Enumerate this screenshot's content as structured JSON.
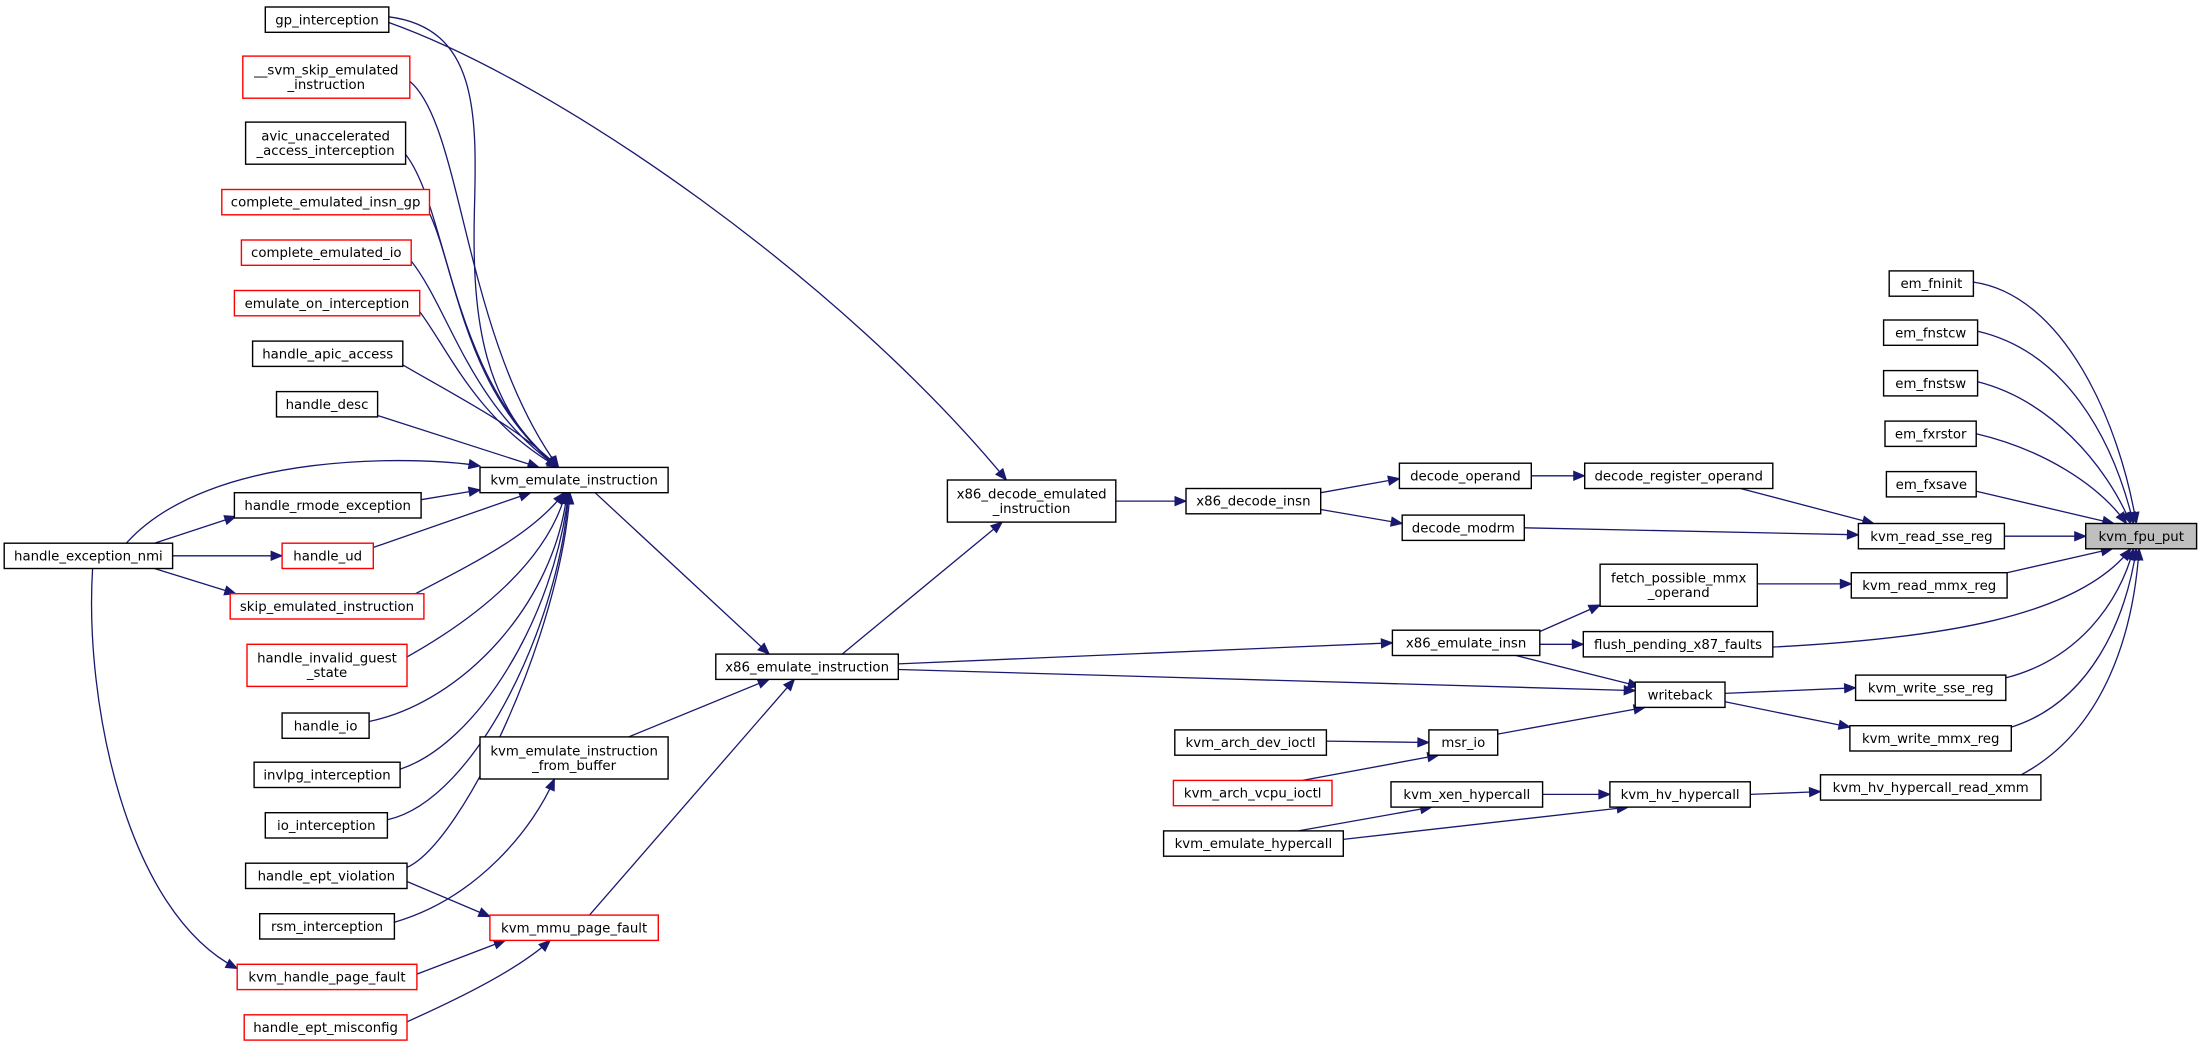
{
  "graph": {
    "root": "kvm_fpu_put",
    "colors": {
      "edge": "#191970",
      "normal_border": "#000000",
      "red_border": "#ff0000",
      "root_fill": "#bfbfbf"
    },
    "nodes": [
      {
        "id": "kvm_fpu_put",
        "lines": [
          "kvm_fpu_put"
        ],
        "style": "root"
      },
      {
        "id": "em_fninit",
        "lines": [
          "em_fninit"
        ],
        "style": "normal"
      },
      {
        "id": "em_fnstcw",
        "lines": [
          "em_fnstcw"
        ],
        "style": "normal"
      },
      {
        "id": "em_fnstsw",
        "lines": [
          "em_fnstsw"
        ],
        "style": "normal"
      },
      {
        "id": "em_fxrstor",
        "lines": [
          "em_fxrstor"
        ],
        "style": "normal"
      },
      {
        "id": "em_fxsave",
        "lines": [
          "em_fxsave"
        ],
        "style": "normal"
      },
      {
        "id": "kvm_read_sse_reg",
        "lines": [
          "kvm_read_sse_reg"
        ],
        "style": "normal"
      },
      {
        "id": "kvm_read_mmx_reg",
        "lines": [
          "kvm_read_mmx_reg"
        ],
        "style": "normal"
      },
      {
        "id": "kvm_write_sse_reg",
        "lines": [
          "kvm_write_sse_reg"
        ],
        "style": "normal"
      },
      {
        "id": "kvm_write_mmx_reg",
        "lines": [
          "kvm_write_mmx_reg"
        ],
        "style": "normal"
      },
      {
        "id": "kvm_hv_hypercall_read_xmm",
        "lines": [
          "kvm_hv_hypercall_read_xmm"
        ],
        "style": "normal"
      },
      {
        "id": "decode_register_operand",
        "lines": [
          "decode_register_operand"
        ],
        "style": "normal"
      },
      {
        "id": "fetch_possible_mmx_operand",
        "lines": [
          "fetch_possible_mmx",
          "_operand"
        ],
        "style": "normal"
      },
      {
        "id": "flush_pending_x87_faults",
        "lines": [
          "flush_pending_x87_faults"
        ],
        "style": "normal"
      },
      {
        "id": "writeback",
        "lines": [
          "writeback"
        ],
        "style": "normal"
      },
      {
        "id": "kvm_hv_hypercall",
        "lines": [
          "kvm_hv_hypercall"
        ],
        "style": "normal"
      },
      {
        "id": "decode_operand",
        "lines": [
          "decode_operand"
        ],
        "style": "normal"
      },
      {
        "id": "decode_modrm",
        "lines": [
          "decode_modrm"
        ],
        "style": "normal"
      },
      {
        "id": "x86_emulate_insn",
        "lines": [
          "x86_emulate_insn"
        ],
        "style": "normal"
      },
      {
        "id": "msr_io",
        "lines": [
          "msr_io"
        ],
        "style": "normal"
      },
      {
        "id": "kvm_xen_hypercall",
        "lines": [
          "kvm_xen_hypercall"
        ],
        "style": "normal"
      },
      {
        "id": "kvm_emulate_hypercall",
        "lines": [
          "kvm_emulate_hypercall"
        ],
        "style": "normal"
      },
      {
        "id": "kvm_arch_dev_ioctl",
        "lines": [
          "kvm_arch_dev_ioctl"
        ],
        "style": "normal"
      },
      {
        "id": "kvm_arch_vcpu_ioctl",
        "lines": [
          "kvm_arch_vcpu_ioctl"
        ],
        "style": "red"
      },
      {
        "id": "x86_decode_insn",
        "lines": [
          "x86_decode_insn"
        ],
        "style": "normal"
      },
      {
        "id": "x86_decode_emulated_instruction",
        "lines": [
          "x86_decode_emulated",
          "_instruction"
        ],
        "style": "normal"
      },
      {
        "id": "x86_emulate_instruction",
        "lines": [
          "x86_emulate_instruction"
        ],
        "style": "normal"
      },
      {
        "id": "kvm_emulate_instruction",
        "lines": [
          "kvm_emulate_instruction"
        ],
        "style": "normal"
      },
      {
        "id": "kvm_emulate_instruction_from_buffer",
        "lines": [
          "kvm_emulate_instruction",
          "_from_buffer"
        ],
        "style": "normal"
      },
      {
        "id": "kvm_mmu_page_fault",
        "lines": [
          "kvm_mmu_page_fault"
        ],
        "style": "red"
      },
      {
        "id": "gp_interception",
        "lines": [
          "gp_interception"
        ],
        "style": "normal"
      },
      {
        "id": "svm_skip_emulated_instruction",
        "lines": [
          "__svm_skip_emulated",
          "_instruction"
        ],
        "style": "red"
      },
      {
        "id": "avic_unaccelerated_access_interception",
        "lines": [
          "avic_unaccelerated",
          "_access_interception"
        ],
        "style": "normal"
      },
      {
        "id": "complete_emulated_insn_gp",
        "lines": [
          "complete_emulated_insn_gp"
        ],
        "style": "red"
      },
      {
        "id": "complete_emulated_io",
        "lines": [
          "complete_emulated_io"
        ],
        "style": "red"
      },
      {
        "id": "emulate_on_interception",
        "lines": [
          "emulate_on_interception"
        ],
        "style": "red"
      },
      {
        "id": "handle_apic_access",
        "lines": [
          "handle_apic_access"
        ],
        "style": "normal"
      },
      {
        "id": "handle_desc",
        "lines": [
          "handle_desc"
        ],
        "style": "normal"
      },
      {
        "id": "handle_rmode_exception",
        "lines": [
          "handle_rmode_exception"
        ],
        "style": "normal"
      },
      {
        "id": "handle_ud",
        "lines": [
          "handle_ud"
        ],
        "style": "red"
      },
      {
        "id": "skip_emulated_instruction",
        "lines": [
          "skip_emulated_instruction"
        ],
        "style": "red"
      },
      {
        "id": "handle_invalid_guest_state",
        "lines": [
          "handle_invalid_guest",
          "_state"
        ],
        "style": "red"
      },
      {
        "id": "handle_io",
        "lines": [
          "handle_io"
        ],
        "style": "normal"
      },
      {
        "id": "invlpg_interception",
        "lines": [
          "invlpg_interception"
        ],
        "style": "normal"
      },
      {
        "id": "io_interception",
        "lines": [
          "io_interception"
        ],
        "style": "normal"
      },
      {
        "id": "handle_ept_violation",
        "lines": [
          "handle_ept_violation"
        ],
        "style": "normal"
      },
      {
        "id": "rsm_interception",
        "lines": [
          "rsm_interception"
        ],
        "style": "normal"
      },
      {
        "id": "kvm_handle_page_fault",
        "lines": [
          "kvm_handle_page_fault"
        ],
        "style": "red"
      },
      {
        "id": "handle_ept_misconfig",
        "lines": [
          "handle_ept_misconfig"
        ],
        "style": "red"
      },
      {
        "id": "handle_exception_nmi",
        "lines": [
          "handle_exception_nmi"
        ],
        "style": "normal"
      }
    ],
    "edges": [
      {
        "from": "em_fninit",
        "to": "kvm_fpu_put"
      },
      {
        "from": "em_fnstcw",
        "to": "kvm_fpu_put"
      },
      {
        "from": "em_fnstsw",
        "to": "kvm_fpu_put"
      },
      {
        "from": "em_fxrstor",
        "to": "kvm_fpu_put"
      },
      {
        "from": "em_fxsave",
        "to": "kvm_fpu_put"
      },
      {
        "from": "kvm_read_sse_reg",
        "to": "kvm_fpu_put"
      },
      {
        "from": "kvm_read_mmx_reg",
        "to": "kvm_fpu_put"
      },
      {
        "from": "flush_pending_x87_faults",
        "to": "kvm_fpu_put"
      },
      {
        "from": "kvm_write_sse_reg",
        "to": "kvm_fpu_put"
      },
      {
        "from": "kvm_write_mmx_reg",
        "to": "kvm_fpu_put"
      },
      {
        "from": "kvm_hv_hypercall_read_xmm",
        "to": "kvm_fpu_put"
      },
      {
        "from": "decode_register_operand",
        "to": "kvm_read_sse_reg"
      },
      {
        "from": "decode_modrm",
        "to": "kvm_read_sse_reg"
      },
      {
        "from": "fetch_possible_mmx_operand",
        "to": "kvm_read_mmx_reg"
      },
      {
        "from": "writeback",
        "to": "kvm_write_sse_reg"
      },
      {
        "from": "writeback",
        "to": "kvm_write_mmx_reg"
      },
      {
        "from": "kvm_hv_hypercall",
        "to": "kvm_hv_hypercall_read_xmm"
      },
      {
        "from": "decode_operand",
        "to": "decode_register_operand"
      },
      {
        "from": "x86_decode_insn",
        "to": "decode_operand"
      },
      {
        "from": "x86_decode_insn",
        "to": "decode_modrm"
      },
      {
        "from": "x86_emulate_insn",
        "to": "fetch_possible_mmx_operand"
      },
      {
        "from": "x86_emulate_insn",
        "to": "flush_pending_x87_faults"
      },
      {
        "from": "x86_emulate_insn",
        "to": "writeback"
      },
      {
        "from": "x86_emulate_instruction",
        "to": "writeback"
      },
      {
        "from": "msr_io",
        "to": "writeback"
      },
      {
        "from": "kvm_arch_dev_ioctl",
        "to": "msr_io"
      },
      {
        "from": "kvm_arch_vcpu_ioctl",
        "to": "msr_io"
      },
      {
        "from": "kvm_xen_hypercall",
        "to": "kvm_hv_hypercall"
      },
      {
        "from": "kvm_emulate_hypercall",
        "to": "kvm_hv_hypercall"
      },
      {
        "from": "kvm_emulate_hypercall",
        "to": "kvm_xen_hypercall"
      },
      {
        "from": "x86_decode_emulated_instruction",
        "to": "x86_decode_insn"
      },
      {
        "from": "x86_emulate_instruction",
        "to": "x86_emulate_insn"
      },
      {
        "from": "x86_emulate_instruction",
        "to": "x86_decode_emulated_instruction"
      },
      {
        "from": "gp_interception",
        "to": "x86_decode_emulated_instruction"
      },
      {
        "from": "kvm_emulate_instruction",
        "to": "x86_emulate_instruction"
      },
      {
        "from": "kvm_emulate_instruction_from_buffer",
        "to": "x86_emulate_instruction"
      },
      {
        "from": "kvm_mmu_page_fault",
        "to": "x86_emulate_instruction"
      },
      {
        "from": "gp_interception",
        "to": "kvm_emulate_instruction"
      },
      {
        "from": "svm_skip_emulated_instruction",
        "to": "kvm_emulate_instruction"
      },
      {
        "from": "avic_unaccelerated_access_interception",
        "to": "kvm_emulate_instruction"
      },
      {
        "from": "complete_emulated_insn_gp",
        "to": "kvm_emulate_instruction"
      },
      {
        "from": "complete_emulated_io",
        "to": "kvm_emulate_instruction"
      },
      {
        "from": "emulate_on_interception",
        "to": "kvm_emulate_instruction"
      },
      {
        "from": "handle_apic_access",
        "to": "kvm_emulate_instruction"
      },
      {
        "from": "handle_desc",
        "to": "kvm_emulate_instruction"
      },
      {
        "from": "handle_exception_nmi",
        "to": "kvm_emulate_instruction"
      },
      {
        "from": "handle_rmode_exception",
        "to": "kvm_emulate_instruction"
      },
      {
        "from": "handle_ud",
        "to": "kvm_emulate_instruction"
      },
      {
        "from": "skip_emulated_instruction",
        "to": "kvm_emulate_instruction"
      },
      {
        "from": "handle_invalid_guest_state",
        "to": "kvm_emulate_instruction"
      },
      {
        "from": "handle_io",
        "to": "kvm_emulate_instruction"
      },
      {
        "from": "invlpg_interception",
        "to": "kvm_emulate_instruction"
      },
      {
        "from": "io_interception",
        "to": "kvm_emulate_instruction"
      },
      {
        "from": "handle_ept_violation",
        "to": "kvm_emulate_instruction"
      },
      {
        "from": "rsm_interception",
        "to": "kvm_emulate_instruction_from_buffer"
      },
      {
        "from": "handle_ept_violation",
        "to": "kvm_mmu_page_fault"
      },
      {
        "from": "kvm_handle_page_fault",
        "to": "kvm_mmu_page_fault"
      },
      {
        "from": "handle_ept_misconfig",
        "to": "kvm_mmu_page_fault"
      },
      {
        "from": "handle_exception_nmi",
        "to": "handle_rmode_exception"
      },
      {
        "from": "handle_exception_nmi",
        "to": "handle_ud"
      },
      {
        "from": "handle_exception_nmi",
        "to": "skip_emulated_instruction"
      },
      {
        "from": "handle_exception_nmi",
        "to": "kvm_handle_page_fault"
      }
    ]
  }
}
